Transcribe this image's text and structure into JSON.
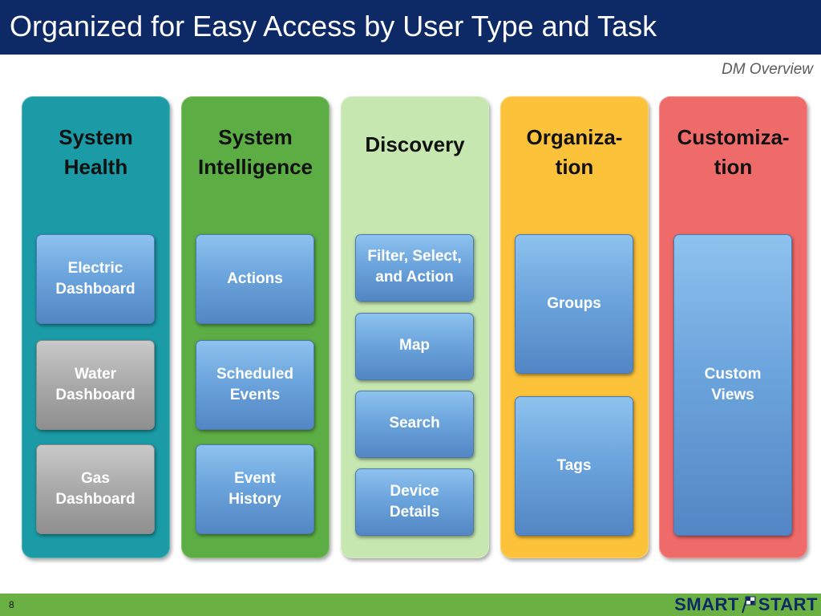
{
  "title": "Organized for Easy Access by User Type and Task",
  "subtitle": "DM Overview",
  "colors": {
    "title_bar": "#0d2a66",
    "footer_bar": "#6ab043",
    "system_health": "#1a9ba6",
    "system_intelligence": "#5cad44",
    "discovery": "#c6e7b0",
    "organization": "#fcc23a",
    "customization": "#ef6b69"
  },
  "columns": [
    {
      "title": "System\nHealth",
      "items": [
        "Electric\nDashboard",
        "Water\nDashboard",
        "Gas\nDashboard"
      ]
    },
    {
      "title": "System\nIntelligence",
      "items": [
        "Actions",
        "Scheduled\nEvents",
        "Event\nHistory"
      ]
    },
    {
      "title": "Discovery",
      "items": [
        "Filter, Select,\nand Action",
        "Map",
        "Search",
        "Device\nDetails"
      ]
    },
    {
      "title": "Organiza-\ntion",
      "items": [
        "Groups",
        "Tags"
      ]
    },
    {
      "title": "Customiza-\ntion",
      "items": [
        "Custom\nViews"
      ]
    }
  ],
  "footer": {
    "page_number": "8",
    "logo_left": "SMART",
    "logo_right": "START"
  }
}
